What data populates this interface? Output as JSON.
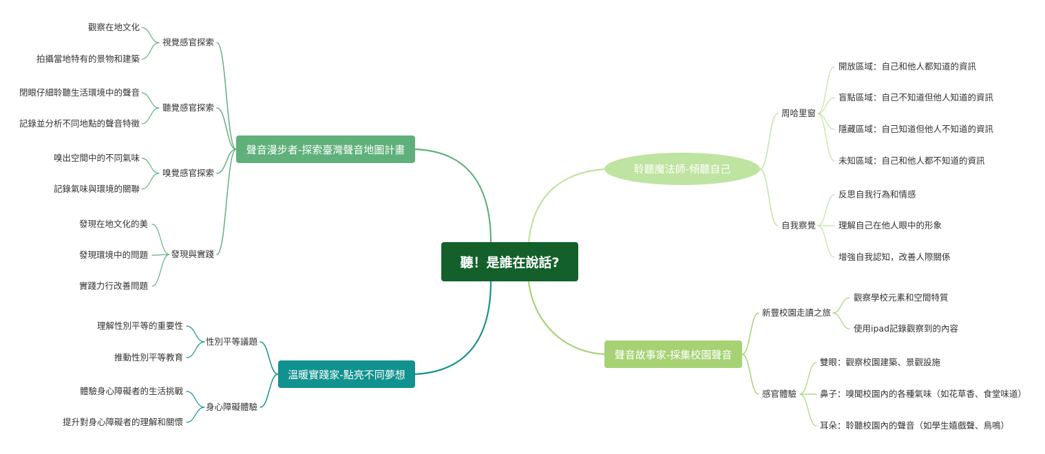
{
  "colors": {
    "root": "#14602a",
    "walker": "#5fb07a",
    "warm": "#12928f",
    "magic": "#bfe3a0",
    "story": "#a6d274"
  },
  "root": {
    "label": "聽！是誰在說話?"
  },
  "walker": {
    "label": "聲音漫步者-探索臺灣聲音地圖計畫",
    "groups": [
      {
        "label": "視覺感官探索",
        "items": [
          "觀察在地文化",
          "拍攝當地特有的景物和建築"
        ]
      },
      {
        "label": "聽覺感官探索",
        "items": [
          "閉眼仔細聆聽生活環境中的聲音",
          "記錄並分析不同地點的聲音特徵"
        ]
      },
      {
        "label": "嗅覺感官探索",
        "items": [
          "嗅出空間中的不同氣味",
          "記錄氣味與環境的關聯"
        ]
      },
      {
        "label": "發現與實踐",
        "items": [
          "發現在地文化的美",
          "發現環境中的問題",
          "實踐力行改善問題"
        ]
      }
    ]
  },
  "warm": {
    "label": "溫暖實踐家-點亮不同夢想",
    "groups": [
      {
        "label": "性別平等議題",
        "items": [
          "理解性別平等的重要性",
          "推動性別平等教育"
        ]
      },
      {
        "label": "身心障礙體驗",
        "items": [
          "體驗身心障礙者的生活挑戰",
          "提升對身心障礙者的理解和關懷"
        ]
      }
    ]
  },
  "magic": {
    "label": "聆聽魔法師-傾聽自己",
    "groups": [
      {
        "label": "周哈里窗",
        "items": [
          "開放區域：自己和他人都知道的資訊",
          "盲點區域：自己不知道但他人知道的資訊",
          "隱藏區域：自己知道但他人不知道的資訊",
          "未知區域：自己和他人都不知道的資訊"
        ]
      },
      {
        "label": "自我察覺",
        "items": [
          "反思自我行為和情感",
          "理解自己在他人眼中的形象",
          "增強自我認知，改善人際關係"
        ]
      }
    ]
  },
  "story": {
    "label": "聲音故事家-採集校園聲音",
    "groups": [
      {
        "label": "新豐校園走讀之旅",
        "items": [
          "觀察學校元素和空間特質",
          "使用ipad記錄觀察到的內容"
        ]
      },
      {
        "label": "感官體驗",
        "items": [
          "雙眼：觀察校園建築、景觀設施",
          "鼻子：嗅聞校園內的各種氣味（如花草香、食堂味道）",
          "耳朵：聆聽校園內的聲音（如學生嬉戲聲、鳥鳴）"
        ]
      }
    ]
  }
}
